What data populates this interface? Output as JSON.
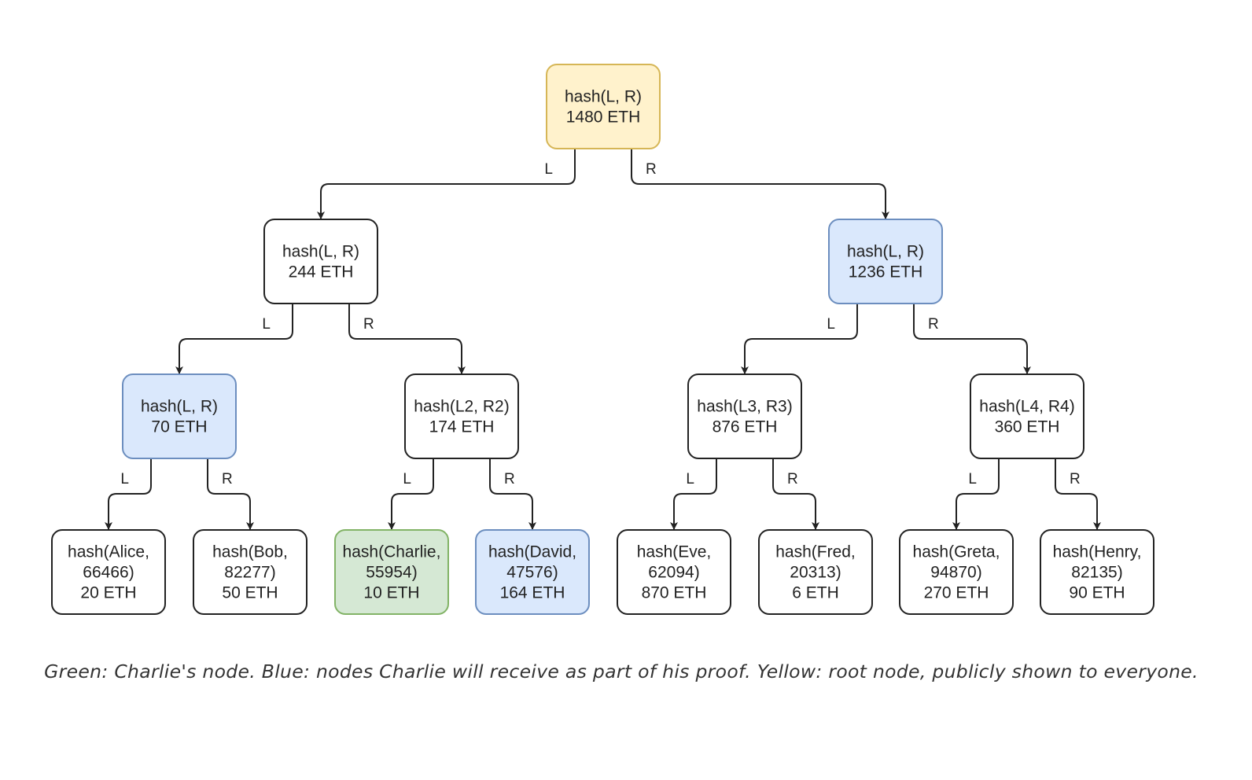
{
  "colors": {
    "root_fill": "#fff2cc",
    "root_stroke": "#d6b656",
    "proof_fill": "#dae8fc",
    "proof_stroke": "#6c8ebf",
    "own_fill": "#d5e8d4",
    "own_stroke": "#82b366",
    "plain_fill": "#ffffff",
    "plain_stroke": "#222222",
    "edge": "#222222"
  },
  "tree": {
    "nodes": [
      {
        "id": "root",
        "kind": "root",
        "lines": [
          "hash(L, R)",
          "1480 ETH"
        ]
      },
      {
        "id": "n1",
        "kind": "plain",
        "lines": [
          "hash(L, R)",
          "244 ETH"
        ]
      },
      {
        "id": "n2",
        "kind": "proof",
        "lines": [
          "hash(L, R)",
          "1236 ETH"
        ]
      },
      {
        "id": "n3",
        "kind": "proof",
        "lines": [
          "hash(L, R)",
          "70 ETH"
        ]
      },
      {
        "id": "n4",
        "kind": "plain",
        "lines": [
          "hash(L2, R2)",
          "174 ETH"
        ]
      },
      {
        "id": "n5",
        "kind": "plain",
        "lines": [
          "hash(L3, R3)",
          "876 ETH"
        ]
      },
      {
        "id": "n6",
        "kind": "plain",
        "lines": [
          "hash(L4, R4)",
          "360 ETH"
        ]
      },
      {
        "id": "alice",
        "kind": "plain",
        "lines": [
          "hash(Alice,",
          "66466)",
          "20 ETH"
        ]
      },
      {
        "id": "bob",
        "kind": "plain",
        "lines": [
          "hash(Bob,",
          "82277)",
          "50 ETH"
        ]
      },
      {
        "id": "charlie",
        "kind": "own",
        "lines": [
          "hash(Charlie,",
          "55954)",
          "10 ETH"
        ]
      },
      {
        "id": "david",
        "kind": "proof",
        "lines": [
          "hash(David,",
          "47576)",
          "164 ETH"
        ]
      },
      {
        "id": "eve",
        "kind": "plain",
        "lines": [
          "hash(Eve,",
          "62094)",
          "870 ETH"
        ]
      },
      {
        "id": "fred",
        "kind": "plain",
        "lines": [
          "hash(Fred,",
          "20313)",
          "6 ETH"
        ]
      },
      {
        "id": "greta",
        "kind": "plain",
        "lines": [
          "hash(Greta,",
          "94870)",
          "270 ETH"
        ]
      },
      {
        "id": "henry",
        "kind": "plain",
        "lines": [
          "hash(Henry,",
          "82135)",
          "90 ETH"
        ]
      }
    ],
    "edges": [
      {
        "from": "root",
        "to": "n1",
        "label": "L"
      },
      {
        "from": "root",
        "to": "n2",
        "label": "R"
      },
      {
        "from": "n1",
        "to": "n3",
        "label": "L"
      },
      {
        "from": "n1",
        "to": "n4",
        "label": "R"
      },
      {
        "from": "n2",
        "to": "n5",
        "label": "L"
      },
      {
        "from": "n2",
        "to": "n6",
        "label": "R"
      },
      {
        "from": "n3",
        "to": "alice",
        "label": "L"
      },
      {
        "from": "n3",
        "to": "bob",
        "label": "R"
      },
      {
        "from": "n4",
        "to": "charlie",
        "label": "L"
      },
      {
        "from": "n4",
        "to": "david",
        "label": "R"
      },
      {
        "from": "n5",
        "to": "eve",
        "label": "L"
      },
      {
        "from": "n5",
        "to": "fred",
        "label": "R"
      },
      {
        "from": "n6",
        "to": "greta",
        "label": "L"
      },
      {
        "from": "n6",
        "to": "henry",
        "label": "R"
      }
    ]
  },
  "caption": "Green: Charlie's node. Blue: nodes Charlie will receive as part of his proof. Yellow: root node, publicly shown to everyone."
}
